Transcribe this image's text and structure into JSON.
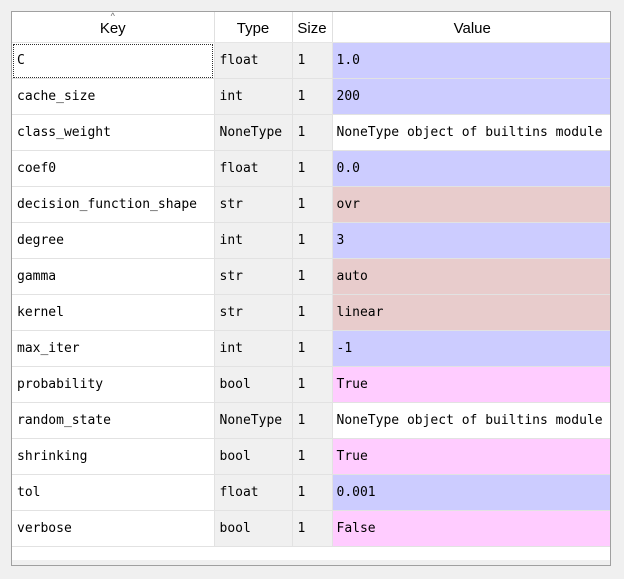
{
  "columns": {
    "key": "Key",
    "type": "Type",
    "size": "Size",
    "value": "Value"
  },
  "sort_indicator": "^",
  "colors": {
    "numeric": "#ccccff",
    "string": "#e8cccc",
    "bool": "#ffccff",
    "none": "#ffffff"
  },
  "rows": [
    {
      "key": "C",
      "type": "float",
      "size": "1",
      "value": "1.0",
      "kind": "numeric"
    },
    {
      "key": "cache_size",
      "type": "int",
      "size": "1",
      "value": "200",
      "kind": "numeric"
    },
    {
      "key": "class_weight",
      "type": "NoneType",
      "size": "1",
      "value": "NoneType object of builtins module",
      "kind": "none"
    },
    {
      "key": "coef0",
      "type": "float",
      "size": "1",
      "value": "0.0",
      "kind": "numeric"
    },
    {
      "key": "decision_function_shape",
      "type": "str",
      "size": "1",
      "value": "ovr",
      "kind": "string"
    },
    {
      "key": "degree",
      "type": "int",
      "size": "1",
      "value": "3",
      "kind": "numeric"
    },
    {
      "key": "gamma",
      "type": "str",
      "size": "1",
      "value": "auto",
      "kind": "string"
    },
    {
      "key": "kernel",
      "type": "str",
      "size": "1",
      "value": "linear",
      "kind": "string"
    },
    {
      "key": "max_iter",
      "type": "int",
      "size": "1",
      "value": "-1",
      "kind": "numeric"
    },
    {
      "key": "probability",
      "type": "bool",
      "size": "1",
      "value": "True",
      "kind": "bool"
    },
    {
      "key": "random_state",
      "type": "NoneType",
      "size": "1",
      "value": "NoneType object of builtins module",
      "kind": "none"
    },
    {
      "key": "shrinking",
      "type": "bool",
      "size": "1",
      "value": "True",
      "kind": "bool"
    },
    {
      "key": "tol",
      "type": "float",
      "size": "1",
      "value": "0.001",
      "kind": "numeric"
    },
    {
      "key": "verbose",
      "type": "bool",
      "size": "1",
      "value": "False",
      "kind": "bool"
    }
  ]
}
